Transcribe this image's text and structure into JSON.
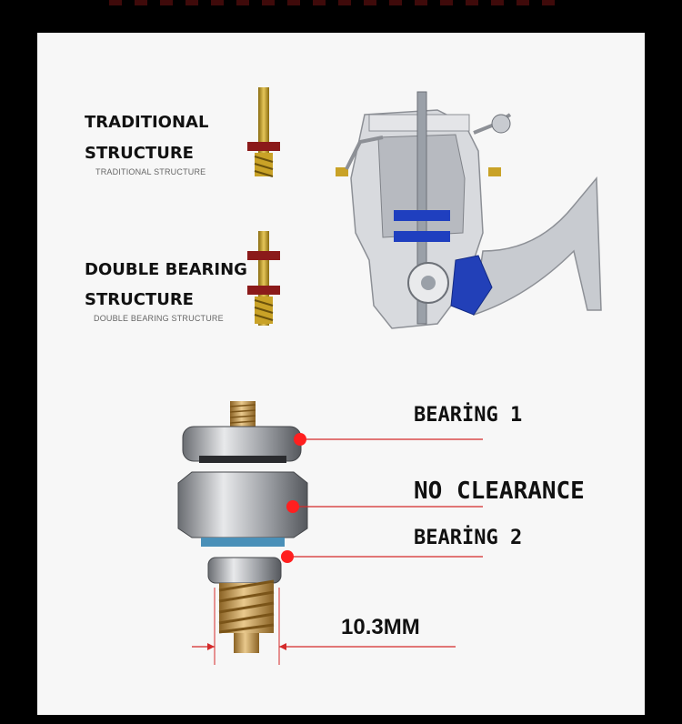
{
  "top": {
    "traditional": {
      "title_line1": "TRADITIONAL",
      "title_line2": "STRUCTURE",
      "caption": "TRADITIONAL STRUCTURE"
    },
    "double": {
      "title_line1": "DOUBLE BEARING",
      "title_line2": "STRUCTURE",
      "caption": "DOUBLE BEARING STRUCTURE"
    }
  },
  "callouts": {
    "bearing1": "BEARİNG 1",
    "no_clearance": "NO CLEARANCE",
    "bearing2": "BEARİNG 2",
    "dimension": "10.3MM"
  },
  "colors": {
    "leader_line": "#d42a2a",
    "marker_dot": "#ff1f1f",
    "bearing_ring": "#8b1a1a",
    "shaft": "#c9a227",
    "reel_blue": "#1f3fbf",
    "panel": "#f7f7f7"
  },
  "icons": {
    "reel": "reel-cutaway-illustration",
    "pinion_traditional": "single-bearing-pinion-icon",
    "pinion_double": "double-bearing-pinion-icon",
    "pinion_photo": "pinion-gear-with-bearings-illustration"
  }
}
